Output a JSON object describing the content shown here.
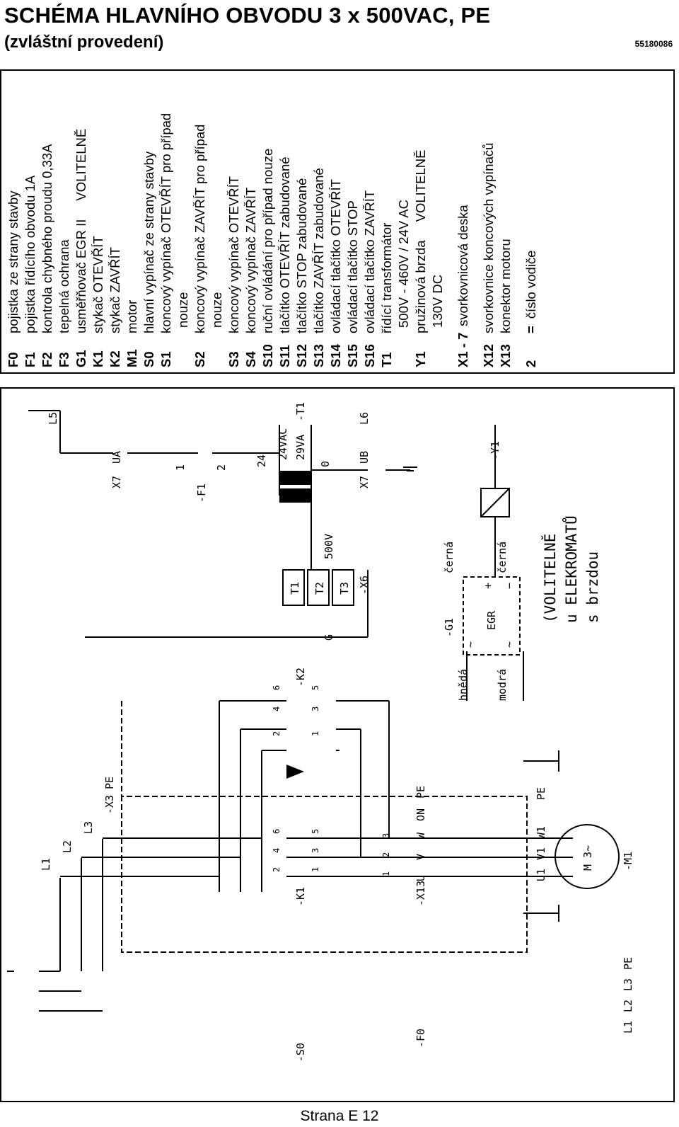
{
  "header": {
    "title": "SCHÉMA HLAVNÍHO OBVODU 3 x 500VAC, PE",
    "subtitle": "(zvláštní provedení)",
    "document_number": "55180086"
  },
  "legend": [
    {
      "code": "F0",
      "text": "pojistka ze strany stavby"
    },
    {
      "code": "F1",
      "text": "pojistka řídícího obvodu 1A"
    },
    {
      "code": "F2",
      "text": "kontrola chybného proudu 0,33A"
    },
    {
      "code": "F3",
      "text": "tepelná ochrana"
    },
    {
      "code": "G1",
      "text": "usměřňovač EGR II",
      "optional": "VOLITELNĚ"
    },
    {
      "code": "K1",
      "text": "stykač OTEVŘÍT"
    },
    {
      "code": "K2",
      "text": "stykač ZAVŘÍT"
    },
    {
      "code": "M1",
      "text": "motor"
    },
    {
      "code": "S0",
      "text": "hlavní vypínač ze strany stavby"
    },
    {
      "code": "S1",
      "text": "koncový vypínač OTEVŘÍT pro případ",
      "text2": "nouze"
    },
    {
      "code": "S2",
      "text": "koncový vypínač ZAVŘÍT pro případ",
      "text2": "nouze"
    },
    {
      "code": "S3",
      "text": "koncový vypínač OTEVŘÍT"
    },
    {
      "code": "S4",
      "text": "koncový vypínač ZAVŘÍT"
    },
    {
      "code": "S10",
      "text": "ruční ovládání pro případ nouze"
    },
    {
      "code": "S11",
      "text": "tlačítko OTEVŘÍT zabudované"
    },
    {
      "code": "S12",
      "text": "tlačítko STOP zabudované"
    },
    {
      "code": "S13",
      "text": "tlačítko ZAVŘÍT zabudované"
    },
    {
      "code": "S14",
      "text": "ovládací tlačítko OTEVŘÍT"
    },
    {
      "code": "S15",
      "text": "ovládací tlačítko STOP"
    },
    {
      "code": "S16",
      "text": "ovládací tlačítko ZAVŘÍT"
    },
    {
      "code": "T1",
      "text": "řídící transformátor",
      "text2": "500V - 460V / 24V AC"
    },
    {
      "code": "Y1",
      "text": "pružinová brzda",
      "optional": "VOLITELNĚ",
      "text2": "130V DC"
    },
    {
      "code": "X1 - 7",
      "text": "svorkovnicová deska"
    },
    {
      "code": "X12",
      "text": "svorkovnice koncových vypínačů"
    },
    {
      "code": "X13",
      "text": "konektor motoru"
    },
    {
      "code": "2",
      "text": "číslo vodiče",
      "sign": "="
    }
  ],
  "schematic_labels": {
    "s0": "-S0",
    "f0": "-F0",
    "k1": "-K1",
    "k2": "-K2",
    "x13": "-X13",
    "x3": "-X3",
    "x3_pe": "PE",
    "x6": "-X6",
    "x7": "X7",
    "ua": "UA",
    "ub": "UB",
    "f1": "-F1",
    "t1": "-T1",
    "g1": "-G1",
    "y1": "-Y1",
    "m1": "-M1",
    "g": "G",
    "l1": "L1",
    "l2": "L2",
    "l3": "L3",
    "pe": "PE",
    "l5": "L5",
    "l6": "L6",
    "t1_pin": "T1",
    "t2_pin": "T2",
    "t3_pin": "T3",
    "v500": "500V",
    "v24ac": "24VAC",
    "va29": "29VA",
    "n24": "24",
    "n0": "0",
    "n1": "1",
    "n2": "2",
    "u": "U",
    "v": "V",
    "w": "W",
    "on": "ON",
    "u1": "U1",
    "v1": "V1",
    "w1": "W1",
    "m3": "M 3~",
    "egr": "EGR",
    "plus": "+",
    "minus": "−",
    "tilde": "~",
    "hneda": "hnědá",
    "modra": "modrá",
    "cerna": "černá",
    "opt1": "(VOLITELNĚ",
    "opt2": "u ELEKROMATŮ",
    "opt3": "s brzdou",
    "c1": "1",
    "c2": "2",
    "c3": "3",
    "c4": "4",
    "c5": "5",
    "c6": "6"
  },
  "footer": {
    "page": "Strana E 12"
  }
}
